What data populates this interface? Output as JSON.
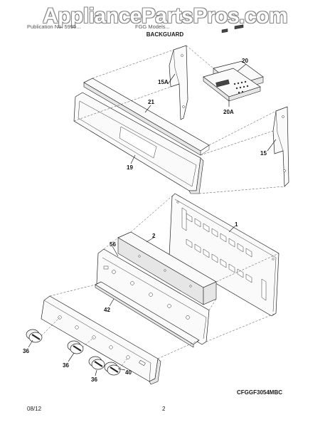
{
  "watermark": "AppliancePartsPros.com",
  "header": {
    "left_text": "Publication No. 5995...",
    "mid_text": "FGG Models...",
    "section_title": "BACKGUARD"
  },
  "callouts": {
    "c1": "1",
    "c2": "2",
    "c15": "15",
    "c15a": "15A",
    "c19": "19",
    "c20": "20",
    "c20a": "20A",
    "c21": "21",
    "c36a": "36",
    "c36b": "36",
    "c36c": "36",
    "c40": "40",
    "c42": "42",
    "c56": "56"
  },
  "model_code": "CFGGF3054MBC",
  "footer": {
    "date": "08/12",
    "page": "2"
  }
}
